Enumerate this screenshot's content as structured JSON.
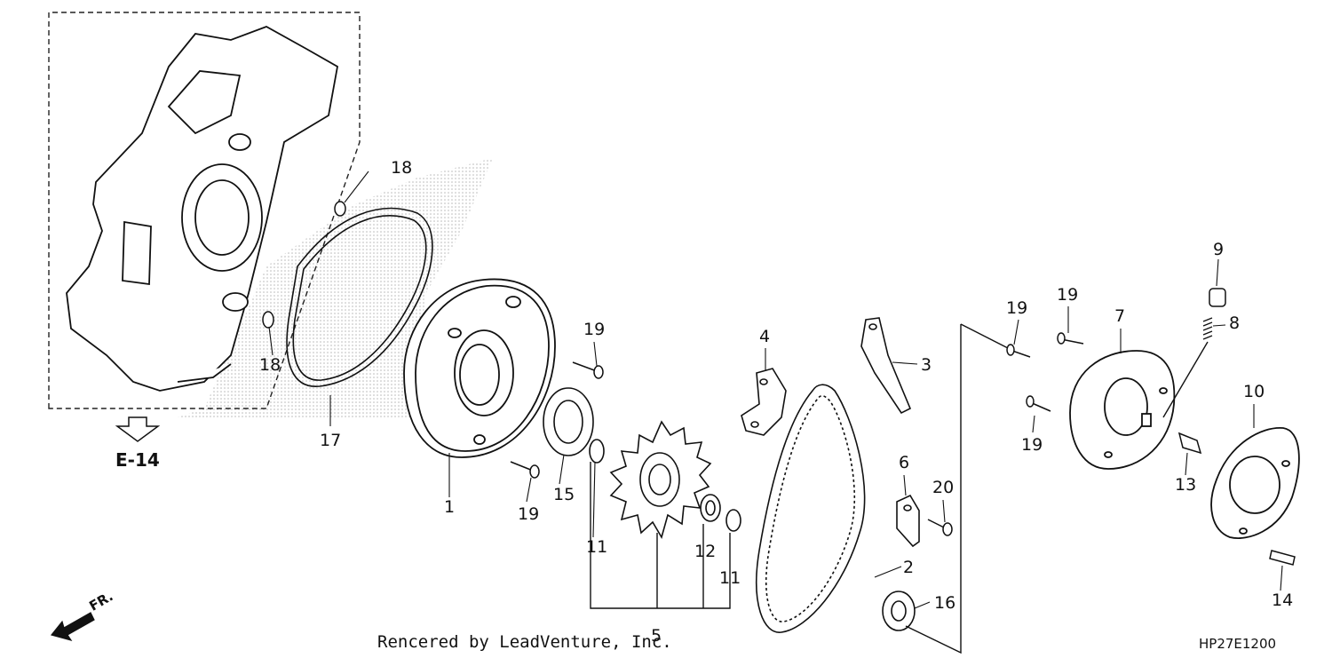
{
  "credit": "Rencered by LeadVenture, Inc.",
  "diagram_code": "HP27E1200",
  "section_ref": "E-14",
  "front_marker": "FR.",
  "callouts": {
    "c1": "1",
    "c2": "2",
    "c3": "3",
    "c4": "4",
    "c5": "5",
    "c6": "6",
    "c7": "7",
    "c8": "8",
    "c9": "9",
    "c10": "10",
    "c11a": "11",
    "c11b": "11",
    "c12": "12",
    "c13": "13",
    "c14": "14",
    "c15": "15",
    "c16": "16",
    "c17": "17",
    "c18a": "18",
    "c18b": "18",
    "c19a": "19",
    "c19b": "19",
    "c19c": "19",
    "c19d": "19",
    "c19e": "19",
    "c20": "20"
  }
}
